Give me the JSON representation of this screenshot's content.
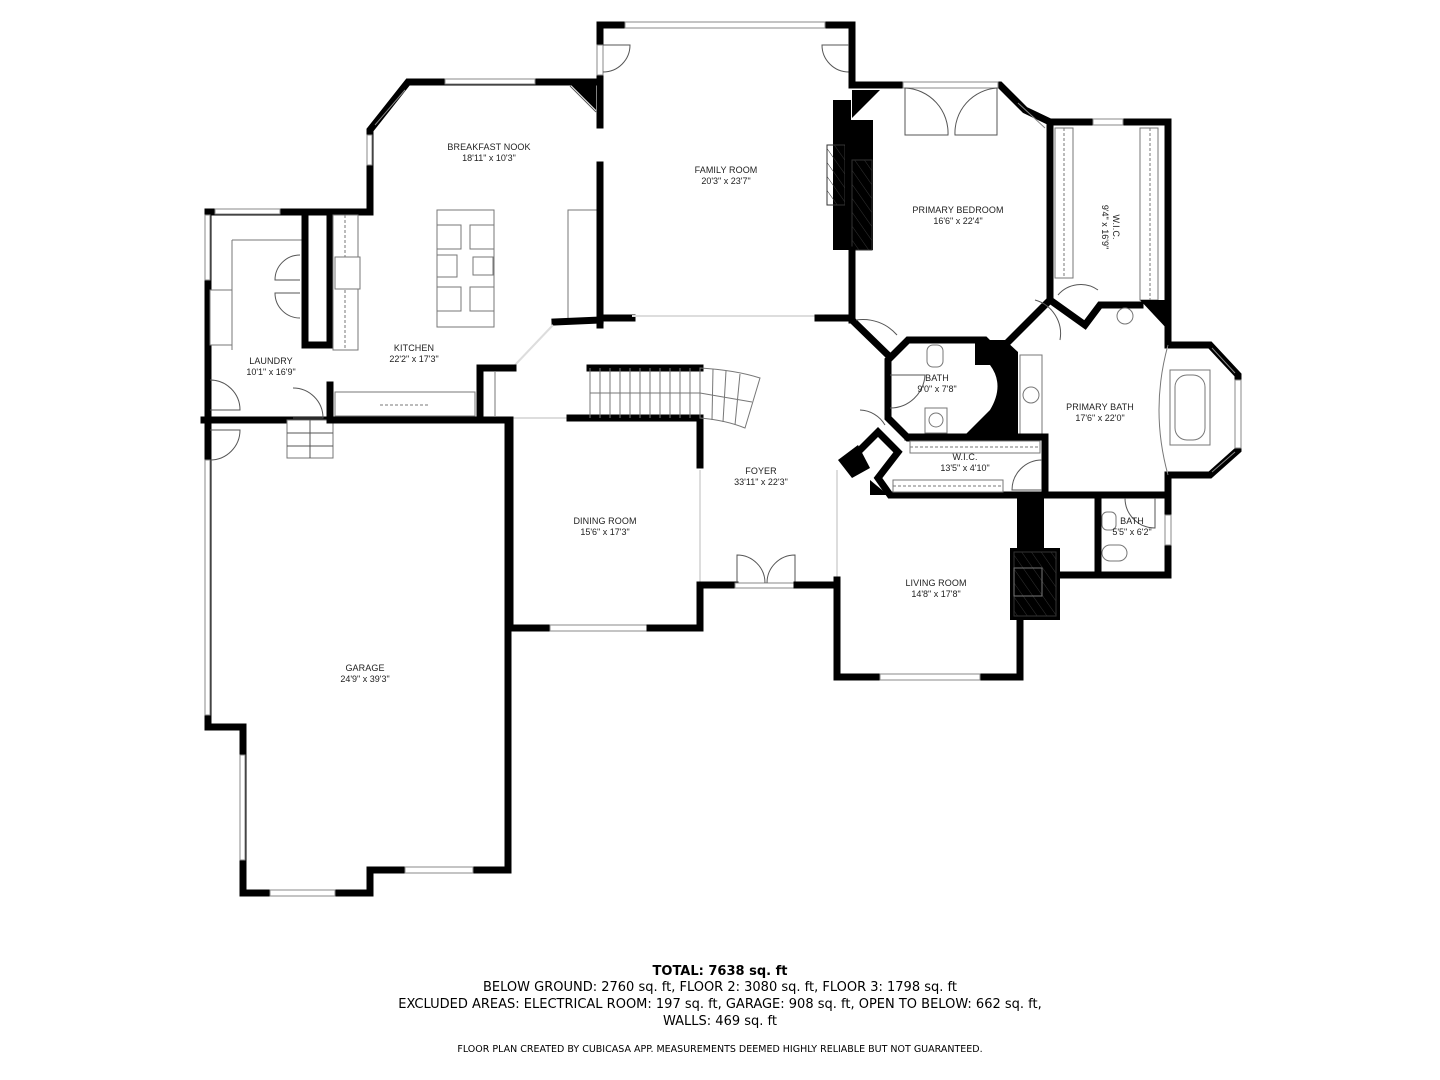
{
  "rooms": {
    "breakfast_nook": {
      "name": "BREAKFAST NOOK",
      "dim": "18'11\" x 10'3\""
    },
    "family_room": {
      "name": "FAMILY ROOM",
      "dim": "20'3\" x 23'7\""
    },
    "primary_bedroom": {
      "name": "PRIMARY BEDROOM",
      "dim": "16'6\" x 22'4\""
    },
    "wic_bedroom": {
      "name": "W.I.C.",
      "dim": "9'4\" x 16'9\""
    },
    "laundry": {
      "name": "LAUNDRY",
      "dim": "10'1\" x 16'9\""
    },
    "kitchen": {
      "name": "KITCHEN",
      "dim": "22'2\" x 17'3\""
    },
    "bath_1": {
      "name": "BATH",
      "dim": "9'0\" x 7'8\""
    },
    "primary_bath": {
      "name": "PRIMARY BATH",
      "dim": "17'6\" x 22'0\""
    },
    "wic_hall": {
      "name": "W.I.C.",
      "dim": "13'5\" x 4'10\""
    },
    "foyer": {
      "name": "FOYER",
      "dim": "33'11\" x 22'3\""
    },
    "dining_room": {
      "name": "DINING ROOM",
      "dim": "15'6\" x 17'3\""
    },
    "bath_2": {
      "name": "BATH",
      "dim": "5'5\" x 6'2\""
    },
    "living_room": {
      "name": "LIVING ROOM",
      "dim": "14'8\" x 17'8\""
    },
    "garage": {
      "name": "GARAGE",
      "dim": "24'9\" x 39'3\""
    }
  },
  "footer": {
    "total": "TOTAL: 7638 sq. ft",
    "line1": "BELOW GROUND: 2760 sq. ft, FLOOR 2: 3080 sq. ft, FLOOR 3: 1798 sq. ft",
    "line2": "EXCLUDED AREAS: ELECTRICAL ROOM: 197 sq. ft, GARAGE: 908 sq. ft, OPEN TO BELOW: 662 sq. ft,",
    "line3": "WALLS: 469 sq. ft",
    "credit": "FLOOR PLAN CREATED BY CUBICASA APP. MEASUREMENTS DEEMED HIGHLY RELIABLE BUT NOT GUARANTEED."
  }
}
